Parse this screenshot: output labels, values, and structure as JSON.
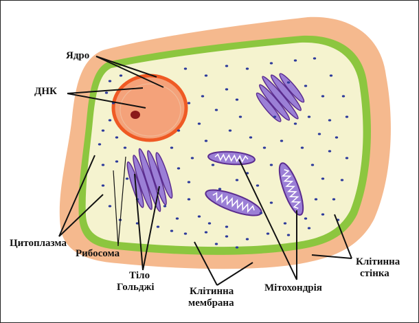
{
  "labels": {
    "nucleus": "Ядро",
    "dna": "ДНК",
    "cytoplasm": "Цитоплазма",
    "ribosome": "Рибосома",
    "golgi_line1": "Тіло",
    "golgi_line2": "Гольджі",
    "membrane_line1": "Клітинна",
    "membrane_line2": "мембрана",
    "mitochondria": "Мітохондрія",
    "wall_line1": "Клітинна",
    "wall_line2": "стінка"
  },
  "colors": {
    "cell_wall": "#f5b98e",
    "cell_membrane": "#8cc63f",
    "cytoplasm": "#f5f3cf",
    "nucleus_fill": "#f4a27a",
    "nucleus_border": "#ef5a24",
    "nucleolus": "#8b1a1a",
    "organelle": "#9b7fd6",
    "organelle_dark": "#5b2c8f",
    "ribosome": "#2d3a9b"
  }
}
